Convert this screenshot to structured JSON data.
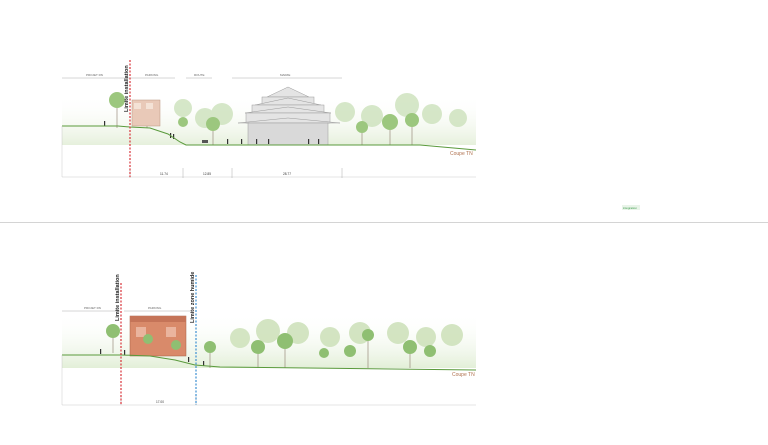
{
  "top_section": {
    "zone_labels": [
      "PROJET RN",
      "PARKING",
      "ROUTE",
      "MAIRIE"
    ],
    "limit_label": "Limite installation",
    "dimensions": [
      "11.74",
      "12.85",
      "28.77"
    ],
    "terrain_label": "Coupe TN"
  },
  "bottom_section": {
    "zone_labels": [
      "PROJET RN",
      "PARKING"
    ],
    "limit_label_red": "Limite installation",
    "limit_label_blue": "Limite zone humide",
    "dimensions": [
      "17.00"
    ],
    "terrain_label": "Coupe TN"
  },
  "logo_text": "intégration",
  "colors": {
    "red_limit": "#d8333a",
    "blue_limit": "#3d8fd1",
    "terrain": "#5a9a3c",
    "terrain_label": "#b0714e"
  }
}
